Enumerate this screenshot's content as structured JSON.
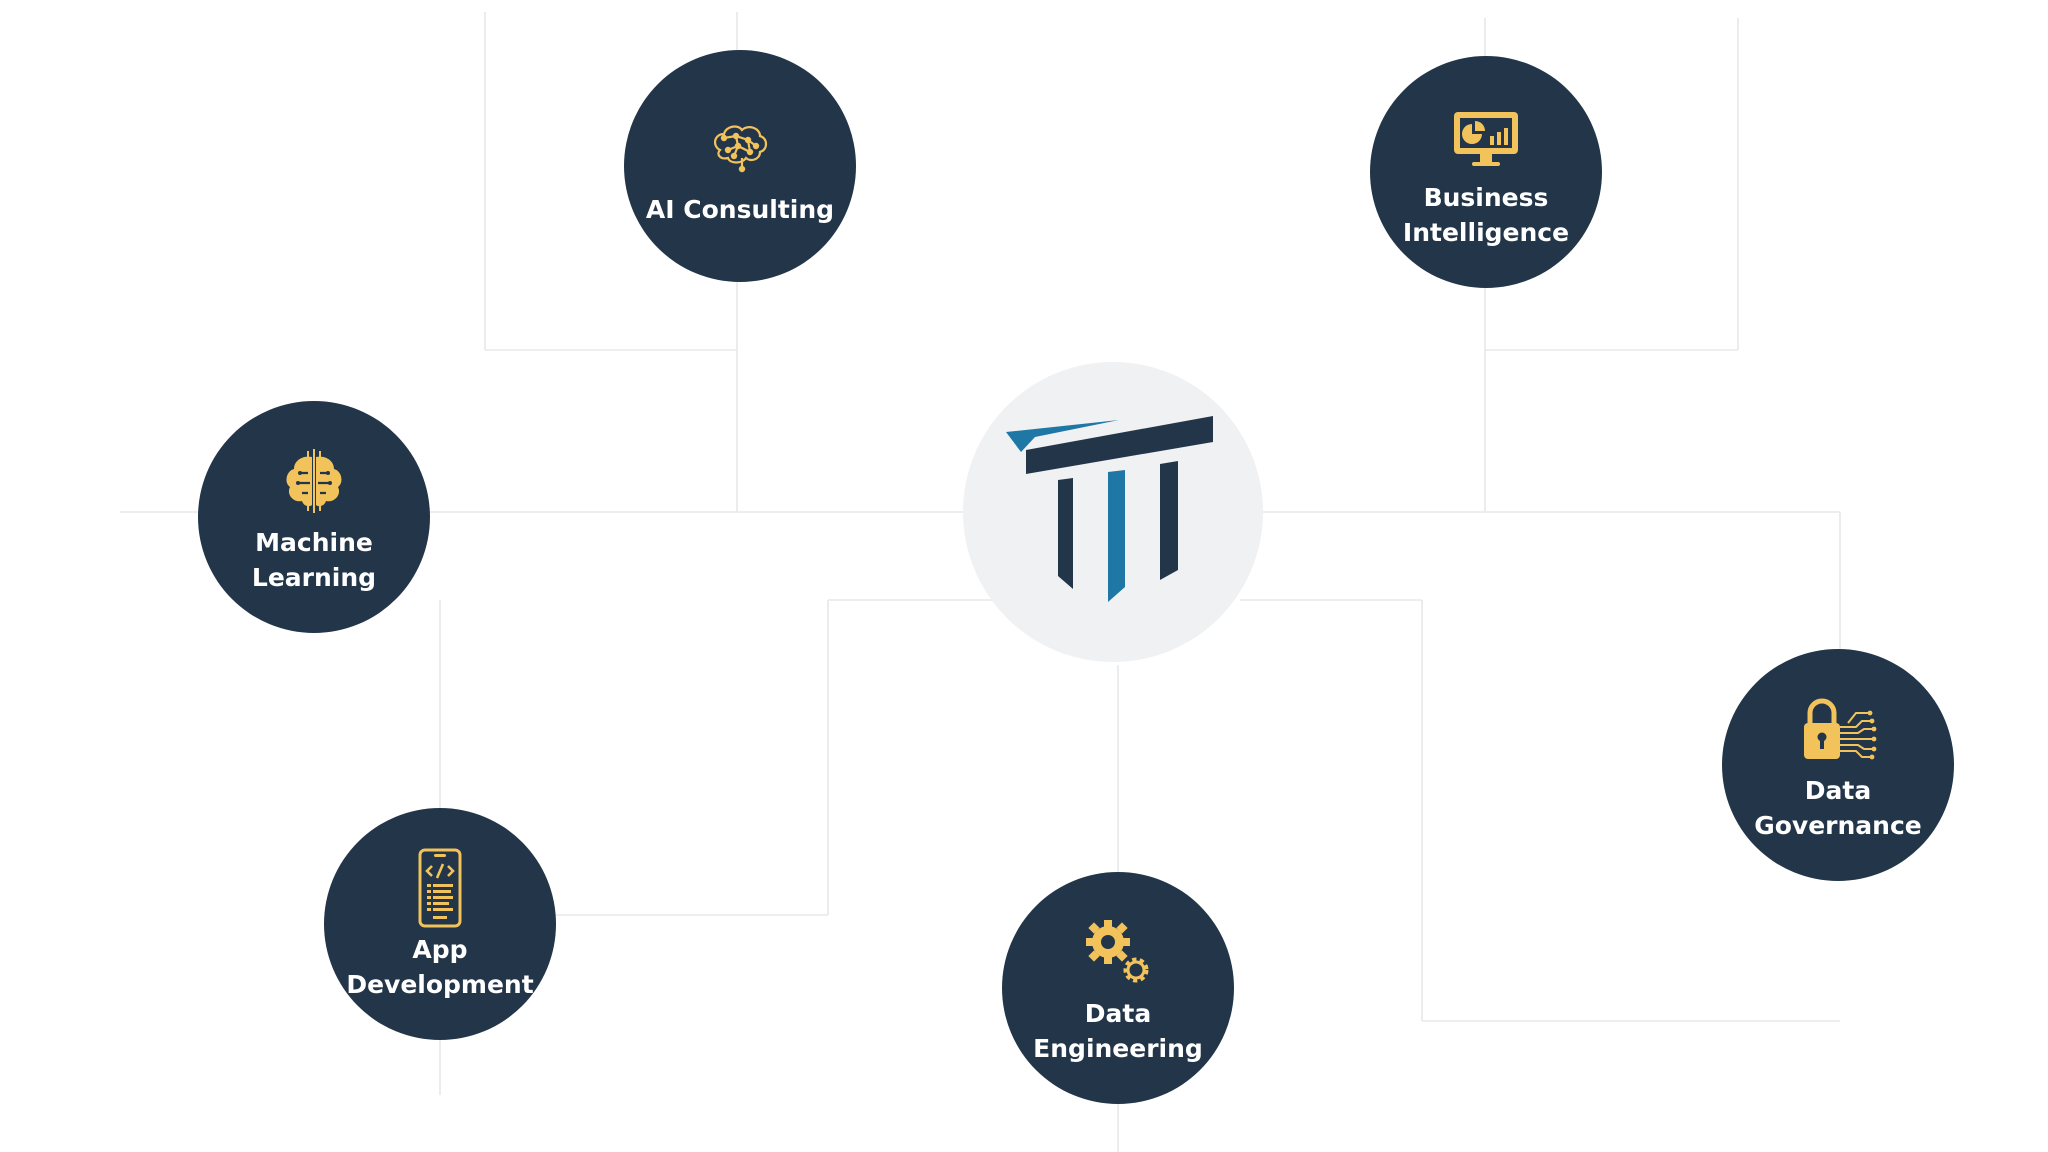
{
  "colors": {
    "node_fill": "#233649",
    "icon_gold": "#f2c25b",
    "hub_fill": "#f0f1f3",
    "logo_navy": "#233649",
    "logo_blue": "#1e77a4",
    "connector": "#e6e8eb"
  },
  "hub": {
    "logo": "company-logo"
  },
  "nodes": {
    "ai_consulting": {
      "label": "AI Consulting",
      "icon": "brain-network-icon"
    },
    "business_intelligence": {
      "label": "Business Intelligence",
      "icon": "monitor-chart-icon"
    },
    "machine_learning": {
      "label": "Machine Learning",
      "icon": "brain-circuit-icon"
    },
    "data_governance": {
      "label": "Data Governance",
      "icon": "padlock-circuit-icon"
    },
    "app_development": {
      "label": "App Development",
      "icon": "phone-code-icon"
    },
    "data_engineering": {
      "label": "Data Engineering",
      "icon": "gears-icon"
    }
  }
}
